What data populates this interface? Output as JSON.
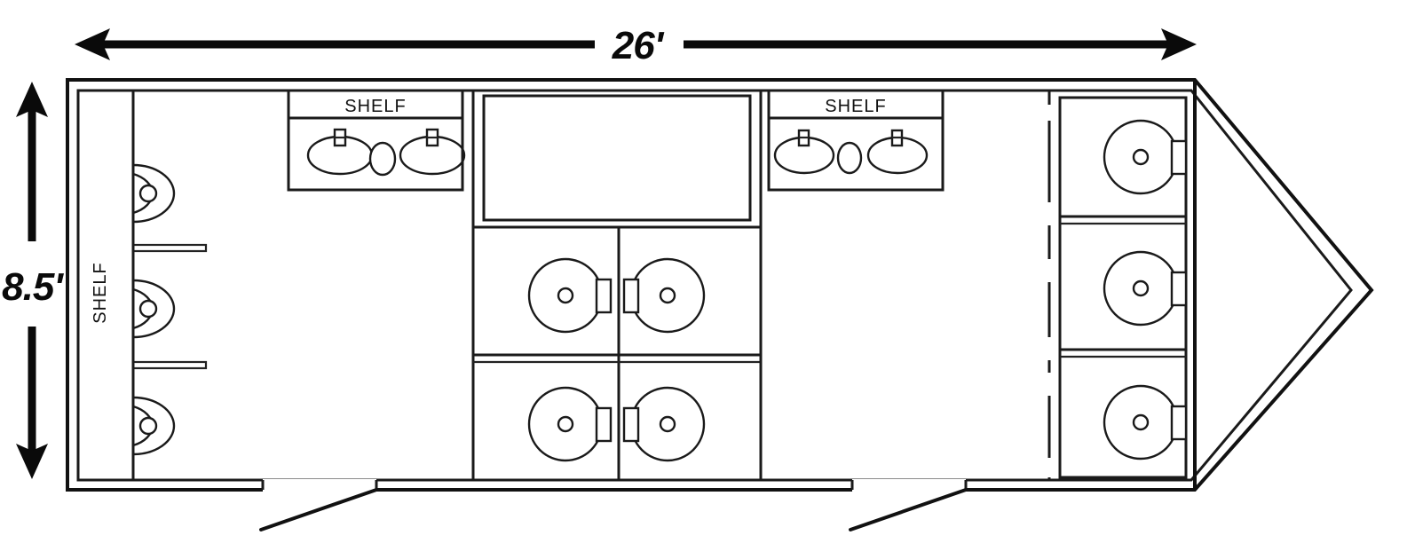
{
  "diagram": {
    "title": "Restroom Trailer Floor Plan",
    "type": "floor-plan"
  },
  "dimensions": {
    "width_label": "26'",
    "height_label": "8.5'",
    "width_value": 26,
    "height_value": 8.5,
    "units": "feet"
  },
  "labels": {
    "shelf_left_wall": "SHELF",
    "shelf_vanity_1": "SHELF",
    "shelf_vanity_2": "SHELF"
  },
  "chart_data": {
    "type": "floor-plan",
    "title": "Restroom Trailer Floor Plan",
    "overall_width_ft": 26,
    "overall_height_ft": 8.5,
    "nose": "v-nose front at right end",
    "rooms": [
      {
        "name": "left-restroom",
        "fixtures": [
          "urinal",
          "urinal",
          "urinal",
          "vanity-with-2-sinks"
        ],
        "shelves": 2,
        "doors": 1
      },
      {
        "name": "center-stalls",
        "fixtures": [
          "toilet",
          "toilet",
          "toilet",
          "toilet"
        ],
        "stall_count": 4,
        "utility_room": 1
      },
      {
        "name": "right-restroom",
        "fixtures": [
          "vanity-with-2-sinks"
        ],
        "shelves": 1,
        "doors": 1
      },
      {
        "name": "front-stalls",
        "fixtures": [
          "toilet",
          "toilet",
          "toilet"
        ],
        "stall_count": 3
      }
    ],
    "totals": {
      "urinals": 3,
      "toilets": 7,
      "sinks": 4,
      "shelves": 3,
      "entry_doors": 2
    }
  }
}
